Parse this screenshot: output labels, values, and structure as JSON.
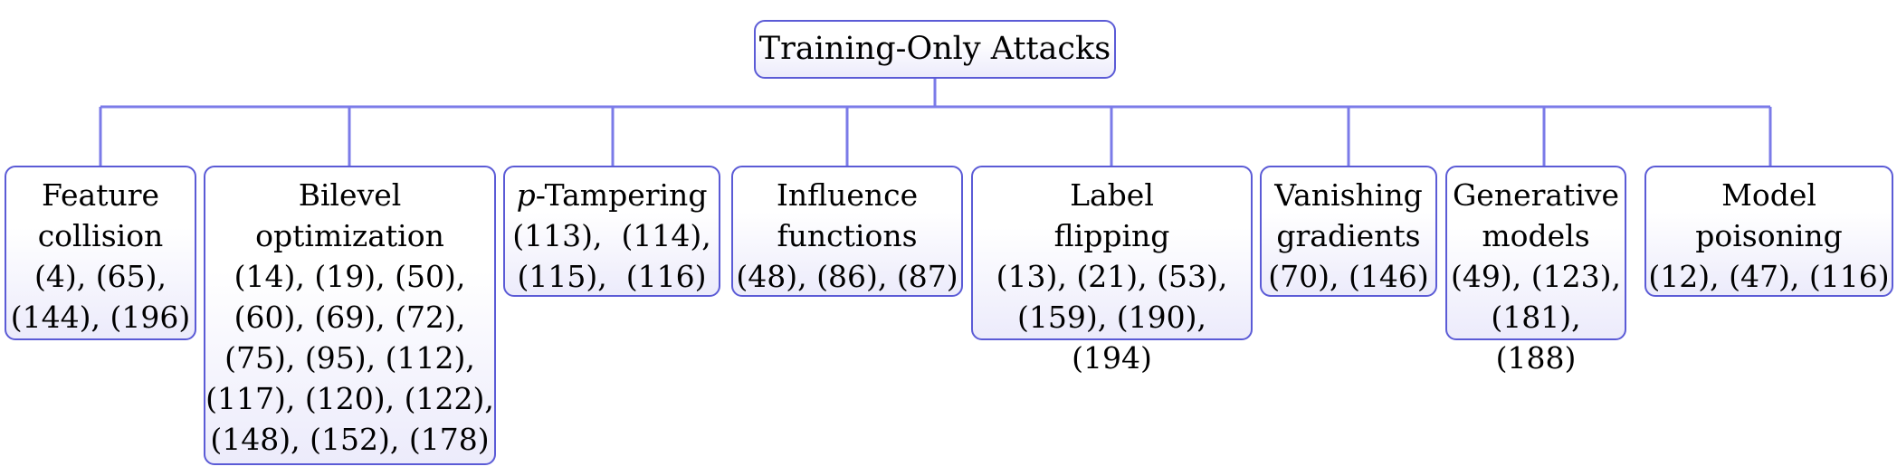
{
  "root": {
    "label": "Training-Only Attacks"
  },
  "categories": [
    {
      "title_lines": [
        "Feature",
        "collision"
      ],
      "ref_lines": [
        "(4), (65),",
        "(144), (196)"
      ]
    },
    {
      "title_lines": [
        "Bilevel",
        "optimization"
      ],
      "ref_lines": [
        "(14), (19), (50),",
        "(60), (69), (72),",
        "(75), (95), (112),",
        "(117), (120), (122),",
        "(148), (152), (178)"
      ]
    },
    {
      "title_italic": "p",
      "title_rest": "-Tampering",
      "ref_lines": [
        "(113),  (114),",
        "(115),  (116)"
      ]
    },
    {
      "title_lines": [
        "Influence",
        "functions"
      ],
      "ref_lines": [
        "(48), (86), (87)"
      ]
    },
    {
      "title_lines": [
        "Label",
        "flipping"
      ],
      "ref_lines": [
        "(13), (21), (53),",
        "(159), (190), (194)"
      ]
    },
    {
      "title_lines": [
        "Vanishing",
        "gradients"
      ],
      "ref_lines": [
        "(70), (146)"
      ]
    },
    {
      "title_lines": [
        "Generative",
        "models"
      ],
      "ref_lines": [
        "(49), (123),",
        "(181), (188)"
      ]
    },
    {
      "title_lines": [
        "Model",
        "poisoning"
      ],
      "ref_lines": [
        "(12), (47), (116)"
      ]
    }
  ],
  "colors": {
    "border": "#5b5bd6",
    "connector": "#7b7be8",
    "fill_bottom": "#ecebfb"
  }
}
